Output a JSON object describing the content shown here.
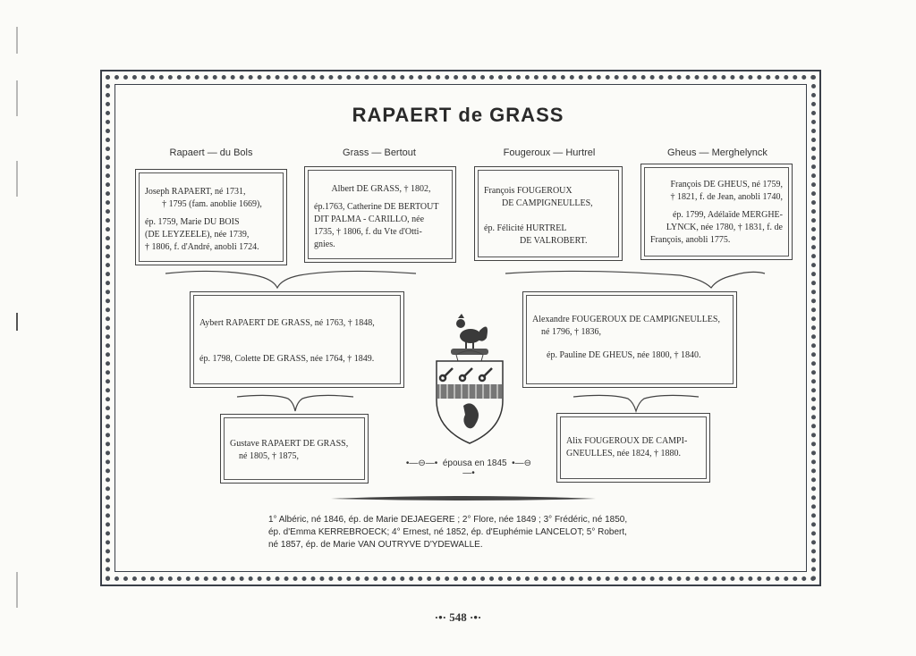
{
  "title": "RAPAERT de GRASS",
  "columns": [
    "Rapaert — du Bols",
    "Grass — Bertout",
    "Fougeroux — Hurtrel",
    "Gheus — Merghelynck"
  ],
  "top_boxes": [
    {
      "lines": [
        "Joseph RAPAERT, né 1731,",
        "† 1795 (fam. anoblie 1669),",
        "",
        "ép. 1759, Marie DU BOIS",
        "(DE LEYZEELE), née 1739,",
        "† 1806, f. d'André, anobli 1724."
      ]
    },
    {
      "lines": [
        "Albert DE GRASS, † 1802,",
        "",
        "ép.1763, Catherine DE BERTOUT",
        "DIT PALMA - CARILLO, née",
        "1735, † 1806, f. du Vte d'Otti-",
        "gnies."
      ]
    },
    {
      "lines": [
        "François FOUGEROUX",
        "DE CAMPIGNEULLES,",
        "",
        "ép. Félicité HURTREL",
        "DE VALROBERT."
      ]
    },
    {
      "lines": [
        "François DE GHEUS, né 1759,",
        "† 1821, f. de Jean, anobli 1740,",
        "",
        "ép. 1799, Adélaïde MERGHE-",
        "LYNCK, née 1780, † 1831, f. de",
        "François, anobli 1775."
      ]
    }
  ],
  "middle_boxes": [
    {
      "lines": [
        "Aybert RAPAERT DE GRASS, né 1763, † 1848,",
        "",
        "ép. 1798, Colette DE GRASS, née 1764, † 1849."
      ]
    },
    {
      "lines": [
        "Alexandre FOUGEROUX DE CAMPIGNEULLES,",
        "né 1796, † 1836,",
        "",
        "ép. Pauline DE GHEUS, née 1800, † 1840."
      ]
    }
  ],
  "bottom_boxes": [
    {
      "lines": [
        "Gustave RAPAERT DE GRASS,",
        "né 1805, † 1875,"
      ]
    },
    {
      "lines": [
        "Alix FOUGEROUX DE CAMPI-",
        "GNEULLES, née 1824, † 1880."
      ]
    }
  ],
  "epousa": "épousa en 1845",
  "children": [
    "1° Albéric, né 1846, ép. de Marie DEJAEGERE ; 2° Flore, née 1849 ; 3° Frédéric, né 1850,",
    "ép. d'Emma KERREBROECK; 4° Ernest, né 1852, ép. d'Euphémie LANCELOT; 5° Robert,",
    "né 1857, ép. de Marie VAN OUTRYVE D'YDEWALLE."
  ],
  "page_number": "548",
  "coat_of_arms_icon": "heraldic-shield-rooster-icon"
}
